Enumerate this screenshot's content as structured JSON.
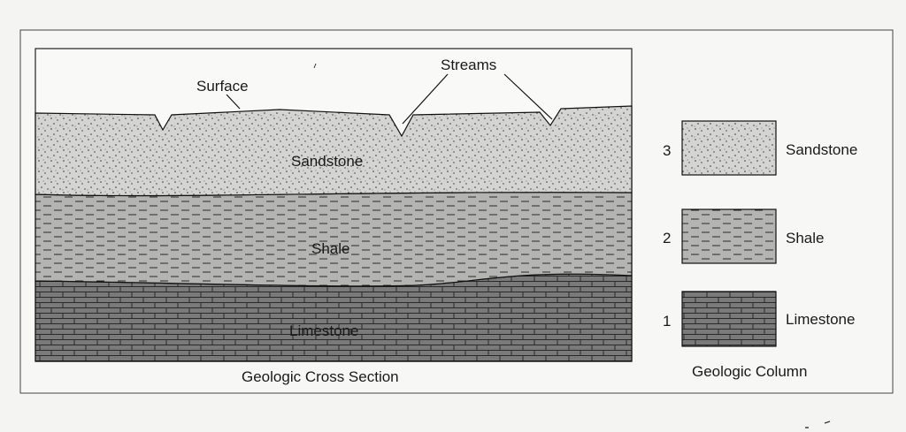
{
  "cross_section": {
    "caption": "Geologic Cross Section",
    "surface_label": "Surface",
    "streams_label": "Streams",
    "layers": {
      "sandstone": "Sandstone",
      "shale": "Shale",
      "limestone": "Limestone"
    }
  },
  "column": {
    "caption": "Geologic Column",
    "units": [
      {
        "number": "3",
        "name": "Sandstone"
      },
      {
        "number": "2",
        "name": "Shale"
      },
      {
        "number": "1",
        "name": "Limestone"
      }
    ]
  }
}
